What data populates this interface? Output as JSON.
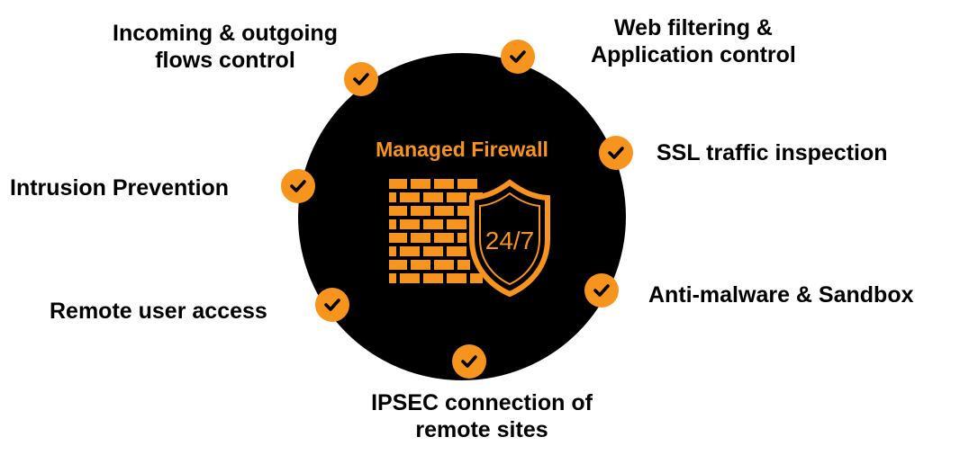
{
  "diagram": {
    "title": "Managed Firewall",
    "badge_text": "24/7",
    "colors": {
      "accent": "#f7941d",
      "hub": "#000000",
      "text": "#000000"
    },
    "features": [
      {
        "id": "flows",
        "lines": [
          "Incoming  & outgoing",
          "flows control"
        ]
      },
      {
        "id": "webfilter",
        "lines": [
          "Web filtering &",
          "Application control"
        ]
      },
      {
        "id": "ssl",
        "lines": [
          "SSL traffic inspection"
        ]
      },
      {
        "id": "ips",
        "lines": [
          "Intrusion Prevention"
        ]
      },
      {
        "id": "antimalware",
        "lines": [
          "Anti-malware & Sandbox"
        ]
      },
      {
        "id": "remoteuser",
        "lines": [
          "Remote user access"
        ]
      },
      {
        "id": "ipsec",
        "lines": [
          "IPSEC connection of",
          "remote sites"
        ]
      }
    ],
    "check_icon": "checkmark-icon",
    "center_icon": "brick-wall-shield-icon"
  }
}
